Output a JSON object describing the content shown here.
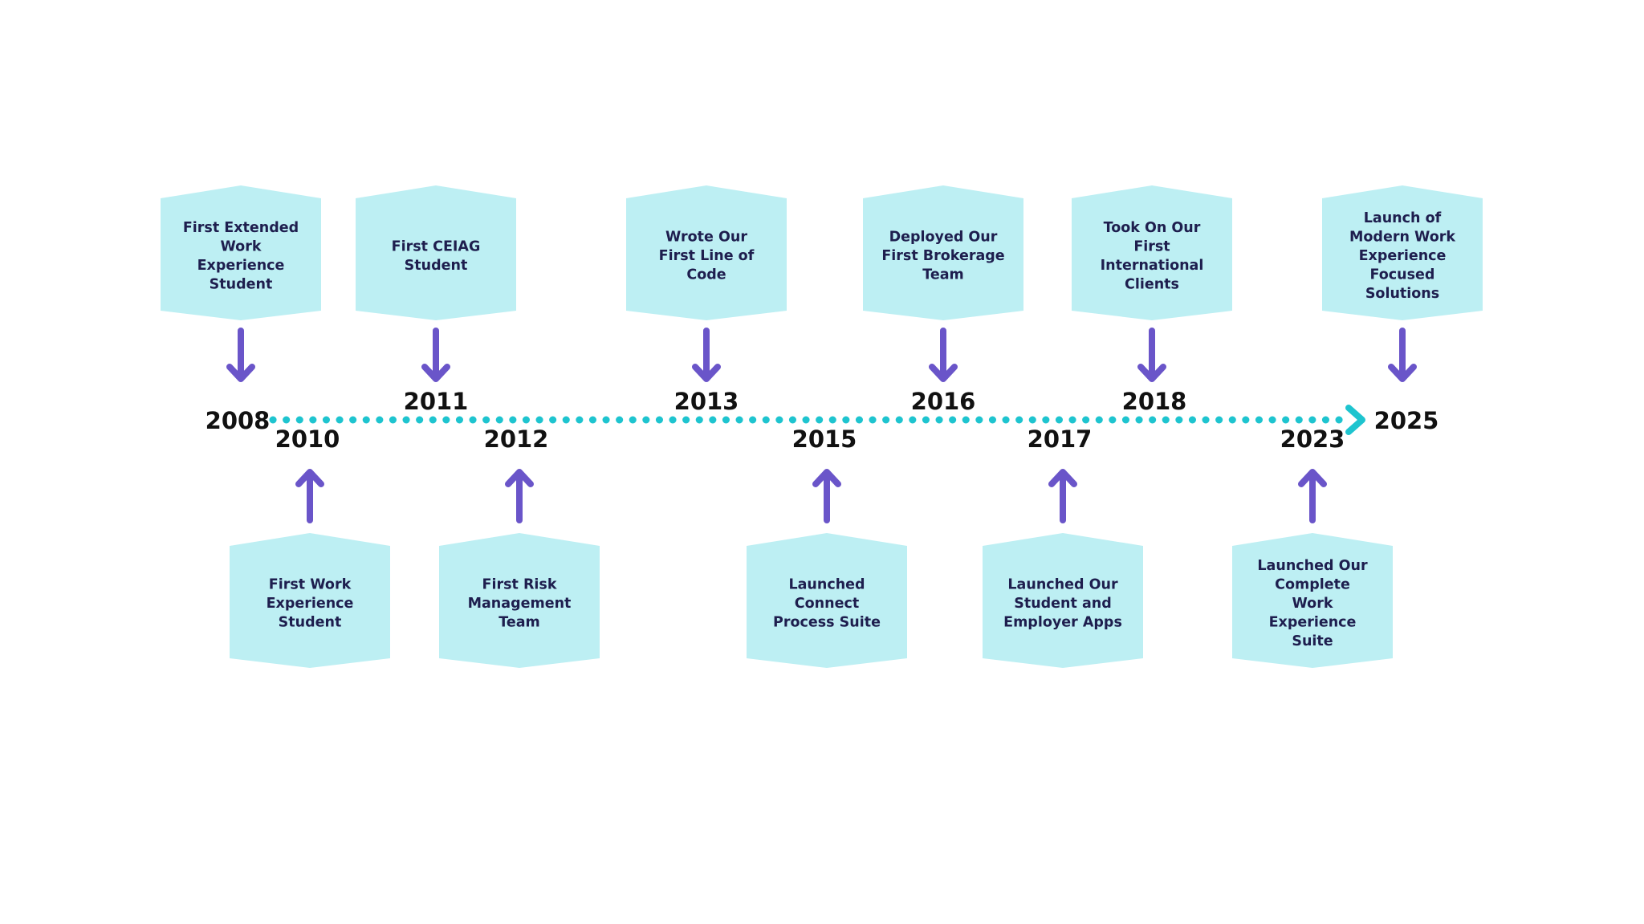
{
  "colors": {
    "card_fill": "#bdeff3",
    "arrow": "#6a55c9",
    "timeline": "#1ec4cf",
    "year_text": "#111111",
    "card_text": "#1e1e4e"
  },
  "timeline": {
    "start_year": "2008",
    "end_year": "2025"
  },
  "events": [
    {
      "year": "2008",
      "label": [
        "First Extended",
        "Work",
        "Experience",
        "Student"
      ]
    },
    {
      "year": "2010",
      "label": [
        "First Work",
        "Experience",
        "Student"
      ]
    },
    {
      "year": "2011",
      "label": [
        "First CEIAG",
        "Student"
      ]
    },
    {
      "year": "2012",
      "label": [
        "First Risk",
        "Management",
        "Team"
      ]
    },
    {
      "year": "2013",
      "label": [
        "Wrote Our",
        "First Line of",
        "Code"
      ]
    },
    {
      "year": "2015",
      "label": [
        "Launched",
        "Connect",
        "Process Suite"
      ]
    },
    {
      "year": "2016",
      "label": [
        "Deployed Our",
        "First Brokerage",
        "Team"
      ]
    },
    {
      "year": "2017",
      "label": [
        "Launched Our",
        "Student and",
        "Employer Apps"
      ]
    },
    {
      "year": "2018",
      "label": [
        "Took On Our",
        "First",
        "International",
        "Clients"
      ]
    },
    {
      "year": "2023",
      "label": [
        "Launched Our",
        "Complete",
        "Work",
        "Experience",
        "Suite"
      ]
    },
    {
      "year": "2025",
      "label": [
        "Launch of",
        "Modern Work",
        "Experience",
        "Focused",
        "Solutions"
      ]
    }
  ]
}
